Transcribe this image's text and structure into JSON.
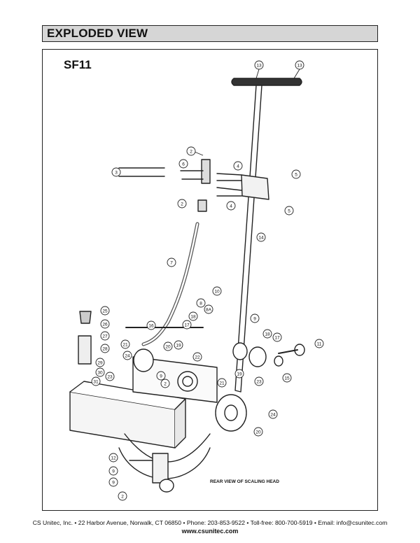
{
  "header": {
    "title": "EXPLODED VIEW"
  },
  "model": "SF11",
  "annotation": "REAR VIEW OF SCALING HEAD",
  "callouts": [
    "13",
    "13",
    "2",
    "3",
    "6",
    "4",
    "4",
    "5",
    "5",
    "2",
    "14",
    "7",
    "10",
    "8",
    "8A",
    "9",
    "25",
    "16",
    "17",
    "18",
    "18",
    "17",
    "11",
    "26",
    "27",
    "20",
    "19",
    "21",
    "22",
    "28",
    "24",
    "29",
    "30",
    "31",
    "23",
    "9",
    "21",
    "19",
    "23",
    "2",
    "24",
    "20",
    "12",
    "9",
    "9",
    "2",
    "15"
  ],
  "footer": {
    "address": "CS Unitec, Inc. • 22 Harbor Avenue, Norwalk, CT 06850 • Phone: 203-853-9522 • Toll-free: 800-700-5919 • Email: info@csunitec.com",
    "website": "www.csunitec.com"
  },
  "colors": {
    "header_bg": "#d6d6d6",
    "line": "#222222"
  }
}
